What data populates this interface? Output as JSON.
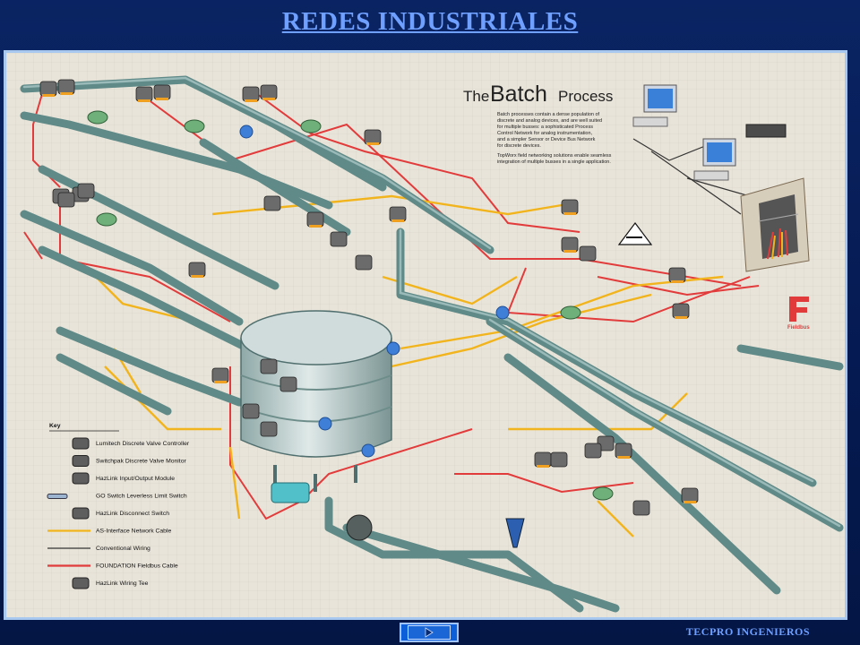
{
  "title": "REDES INDUSTRIALES",
  "footer": "TECPRO INGENIEROS",
  "nav_button_icon": "play-triangle-icon",
  "diagram": {
    "batch_title_the": "The",
    "batch_title_batch": "Batch",
    "batch_title_process": "Process",
    "batch_desc_lines": [
      "Batch processes contain a dense population of",
      "discrete and analog devices, and are well suited",
      "for multiple busses: a sophisticated Process",
      "Control Network for analog instrumentation,",
      "and a simpler Sensor or Device Bus Network",
      "for discrete devices.",
      "TopWorx field networking solutions enable seamless",
      "integration of multiple busses in a single application."
    ],
    "key_title": "Key",
    "key_items": [
      "Lumitech Discrete Valve Controller",
      "Switchpak Discrete Valve Monitor",
      "HazLink Input/Output Module",
      "GO Switch Leverless Limit Switch",
      "HazLink Disconnect Switch",
      "AS-Interface Network Cable",
      "Conventional Wiring",
      "FOUNDATION Fieldbus Cable",
      "HazLink Wiring Tee"
    ],
    "logo_text": "Fieldbus",
    "colors": {
      "pipe": "#5f8a88",
      "as_interface": "#f2b41c",
      "fieldbus": "#e23b3b",
      "conventional": "#333333",
      "background": "#e9e4d9"
    }
  }
}
